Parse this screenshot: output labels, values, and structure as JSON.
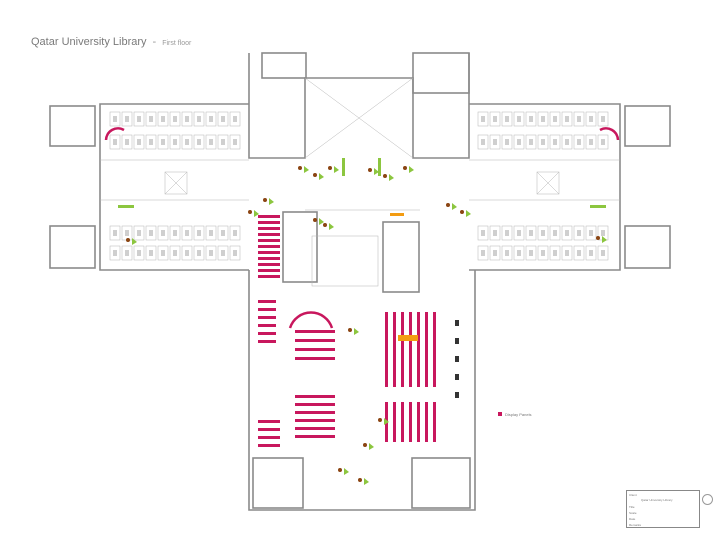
{
  "header": {
    "title": "Qatar University Library",
    "separator": "-",
    "floor": "First floor"
  },
  "legend": {
    "label": "Display Panels"
  },
  "title_block": {
    "project_label": "Client",
    "project_name": "Qatar University Library",
    "drawing_label": "Title",
    "scale_label": "Scale",
    "date_label": "Date",
    "remarks_label": "Remarks"
  },
  "colors": {
    "wall": "#8a8a8a",
    "thin": "#b5b5b5",
    "shelving": "#c8175d",
    "seating": "#8cc63f",
    "brown": "#8b4513",
    "orange": "#f39c12",
    "dark": "#333333"
  }
}
